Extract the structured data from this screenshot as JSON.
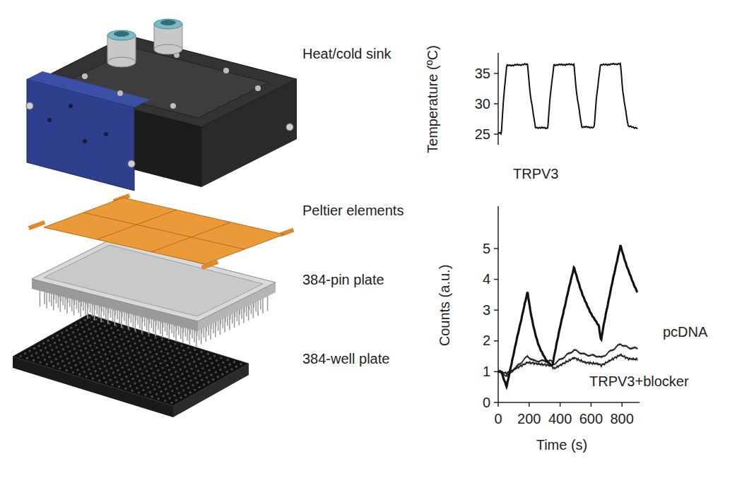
{
  "diagram": {
    "labels": [
      "Heat/cold sink",
      "Temperature (ºC)",
      "35",
      "30",
      "25",
      "Peltier elements",
      "384-pin plate",
      "384-well plate",
      "Counts (a.u.)",
      "5",
      "4",
      "3",
      "2",
      "1",
      "0",
      "TRPV3",
      "pcDNA",
      "TRPV3+blocker",
      "0",
      "200",
      "400",
      "600",
      "800",
      "Time (s)"
    ]
  }
}
